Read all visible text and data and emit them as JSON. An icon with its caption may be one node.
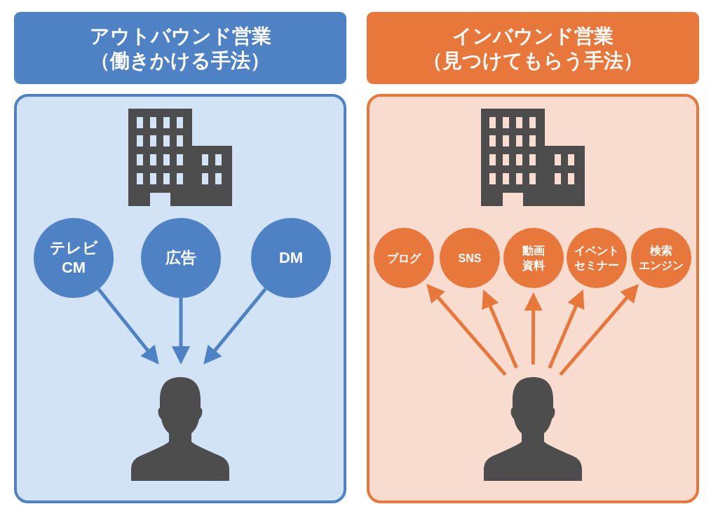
{
  "diagram": {
    "nodes": [
      {
        "text": [
          "アウトバウンド営業",
          "（働きかける手法）"
        ]
      },
      {
        "text": [],
        "shape": "box"
      },
      {
        "text": [
          "テレビCM"
        ],
        "in": 1
      },
      {
        "text": [
          "広告"
        ],
        "in": 1
      },
      {
        "text": [
          "DM"
        ],
        "in": 1
      },
      {
        "text": [],
        "shape": "person",
        "in": 1
      },
      {
        "text": [
          "インバウンド営業",
          "（見つけてもらう手法）"
        ]
      },
      {
        "text": [],
        "shape": "box"
      },
      {
        "text": [
          "ブログ"
        ],
        "in": 7
      },
      {
        "text": [
          "SNS"
        ],
        "in": 7
      },
      {
        "text": [
          "動画資料"
        ],
        "in": 7
      },
      {
        "text": [
          "イベントセミナー"
        ],
        "in": 7
      },
      {
        "text": [
          "検索エンジン"
        ],
        "in": 7
      },
      {
        "text": [],
        "shape": "person",
        "in": 7
      }
    ],
    "edges": [
      {
        "from": 2,
        "to": 5,
        "arrow": "to",
        "color": "#4f82c5"
      },
      {
        "from": 3,
        "to": 5,
        "arrow": "to",
        "color": "#4f82c5"
      },
      {
        "from": 4,
        "to": 5,
        "arrow": "to",
        "color": "#4f82c5"
      },
      {
        "from": 13,
        "to": 8,
        "arrow": "to"
      },
      {
        "from": 13,
        "to": 9,
        "arrow": "to"
      },
      {
        "from": 13,
        "to": 10,
        "arrow": "to"
      },
      {
        "from": 13,
        "to": 11,
        "arrow": "to"
      },
      {
        "from": 13,
        "to": 12,
        "arrow": "to"
      }
    ]
  }
}
